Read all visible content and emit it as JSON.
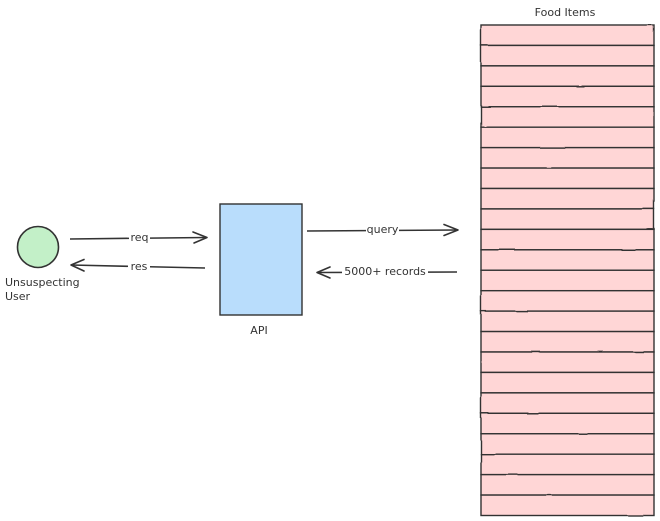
{
  "diagram": {
    "nodes": {
      "user": {
        "label_line1": "Unsuspecting",
        "label_line2": "User",
        "shape": "circle",
        "fill": "#c3f0c8",
        "stroke": "#333333"
      },
      "api": {
        "label": "API",
        "shape": "rectangle",
        "fill": "#b9ddfc",
        "stroke": "#333333"
      },
      "table": {
        "title": "Food Items",
        "shape": "stacked-rows",
        "row_count": 24,
        "fill": "#ffd6d6",
        "stroke": "#333333"
      }
    },
    "edges": [
      {
        "id": "req",
        "from": "user",
        "to": "api",
        "label": "req"
      },
      {
        "id": "res",
        "from": "api",
        "to": "user",
        "label": "res"
      },
      {
        "id": "query",
        "from": "api",
        "to": "table",
        "label": "query"
      },
      {
        "id": "records",
        "from": "table",
        "to": "api",
        "label": "5000+ records"
      }
    ],
    "stroke_color": "#333333"
  }
}
